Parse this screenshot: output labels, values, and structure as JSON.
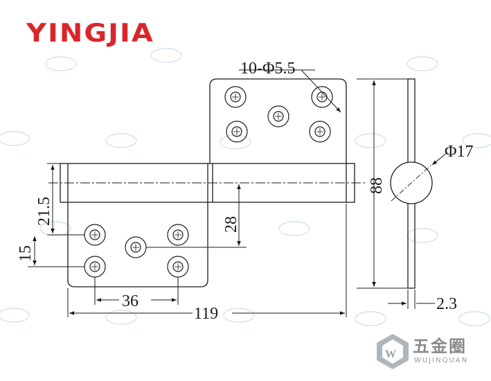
{
  "brand": {
    "logo_text": "YINGJIA",
    "watermark_text": "五金圈",
    "watermark_sub": "WUJINQUAN",
    "colors": {
      "logo": "#d9262a",
      "line": "#1a1a1a",
      "watermark": "#8a8a8a"
    }
  },
  "dimensions": {
    "hole_callout": "10-Φ5.5",
    "pin_diameter": "Φ17",
    "height": "88",
    "left_offset": "21.5",
    "center_to_holes": "28",
    "hole_pitch_vertical": "15",
    "hole_pitch_horizontal": "36",
    "total_width": "119",
    "thickness": "2.3"
  }
}
